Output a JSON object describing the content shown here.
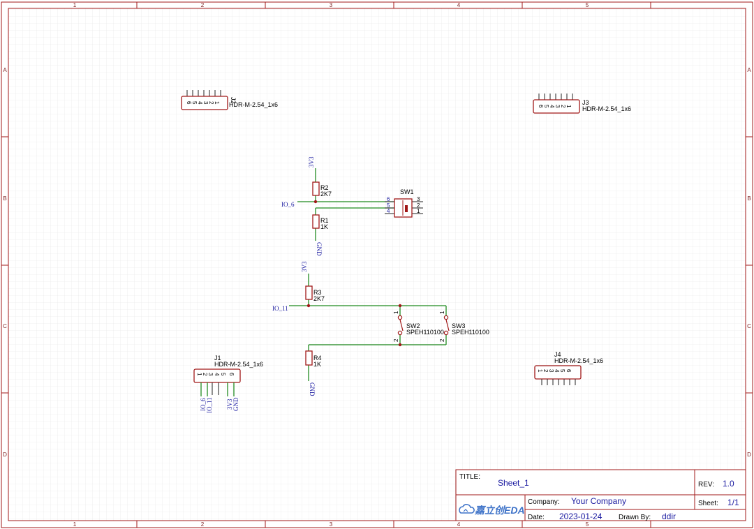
{
  "frame": {
    "columns": [
      "1",
      "2",
      "3",
      "4",
      "5"
    ],
    "rows": [
      "A",
      "B",
      "C",
      "D"
    ],
    "border_color": "#a01818",
    "grid_color": "#e6e6e6"
  },
  "title_block": {
    "title_label": "TITLE:",
    "title": "Sheet_1",
    "rev_label": "REV:",
    "rev": "1.0",
    "company_label": "Company:",
    "company": "Your Company",
    "sheet_label": "Sheet:",
    "sheet": "1/1",
    "date_label": "Date:",
    "date": "2023-01-24",
    "drawn_label": "Drawn By:",
    "drawn": "ddir",
    "logo_text": "嘉立创EDA",
    "logo_icon": "cloud-icon"
  },
  "colors": {
    "wire": "#1f8a1f",
    "part": "#a01818",
    "net_label": "#1a1aa0"
  },
  "components": {
    "J2": {
      "ref": "J2",
      "value": "HDR-M-2.54_1x6",
      "pins": [
        "6",
        "5",
        "4",
        "3",
        "2",
        "1"
      ]
    },
    "J3": {
      "ref": "J3",
      "value": "HDR-M-2.54_1x6",
      "pins": [
        "6",
        "5",
        "4",
        "3",
        "2",
        "1"
      ]
    },
    "J1": {
      "ref": "J1",
      "value": "HDR-M-2.54_1x6",
      "pins": [
        "1",
        "2",
        "3",
        "4",
        "5",
        "6"
      ]
    },
    "J4": {
      "ref": "J4",
      "value": "HDR-M-2.54_1x6",
      "pins": [
        "1",
        "2",
        "3",
        "4",
        "5",
        "6"
      ]
    },
    "R2": {
      "ref": "R2",
      "value": "2K7"
    },
    "R1": {
      "ref": "R1",
      "value": "1K"
    },
    "R3": {
      "ref": "R3",
      "value": "2K7"
    },
    "R4": {
      "ref": "R4",
      "value": "1K"
    },
    "SW1": {
      "ref": "SW1",
      "pins_left": [
        "6",
        "5",
        "4"
      ],
      "pins_right": [
        "3",
        "2",
        "1"
      ]
    },
    "SW2": {
      "ref": "SW2",
      "value": "SPEH110100",
      "pin_top": "1",
      "pin_bottom": "2"
    },
    "SW3": {
      "ref": "SW3",
      "value": "SPEH110100",
      "pin_top": "1",
      "pin_bottom": "2"
    }
  },
  "nets": {
    "r2_top": "3V3",
    "r1_bottom": "GND",
    "sw1_net": "IO_6",
    "r3_top": "3V3",
    "r4_bottom": "GND",
    "sw23_net": "IO_11",
    "j1_pin1": "IO_6",
    "j1_pin2": "IO_11",
    "j1_pin5": "3V3",
    "j1_pin6": "GND"
  }
}
